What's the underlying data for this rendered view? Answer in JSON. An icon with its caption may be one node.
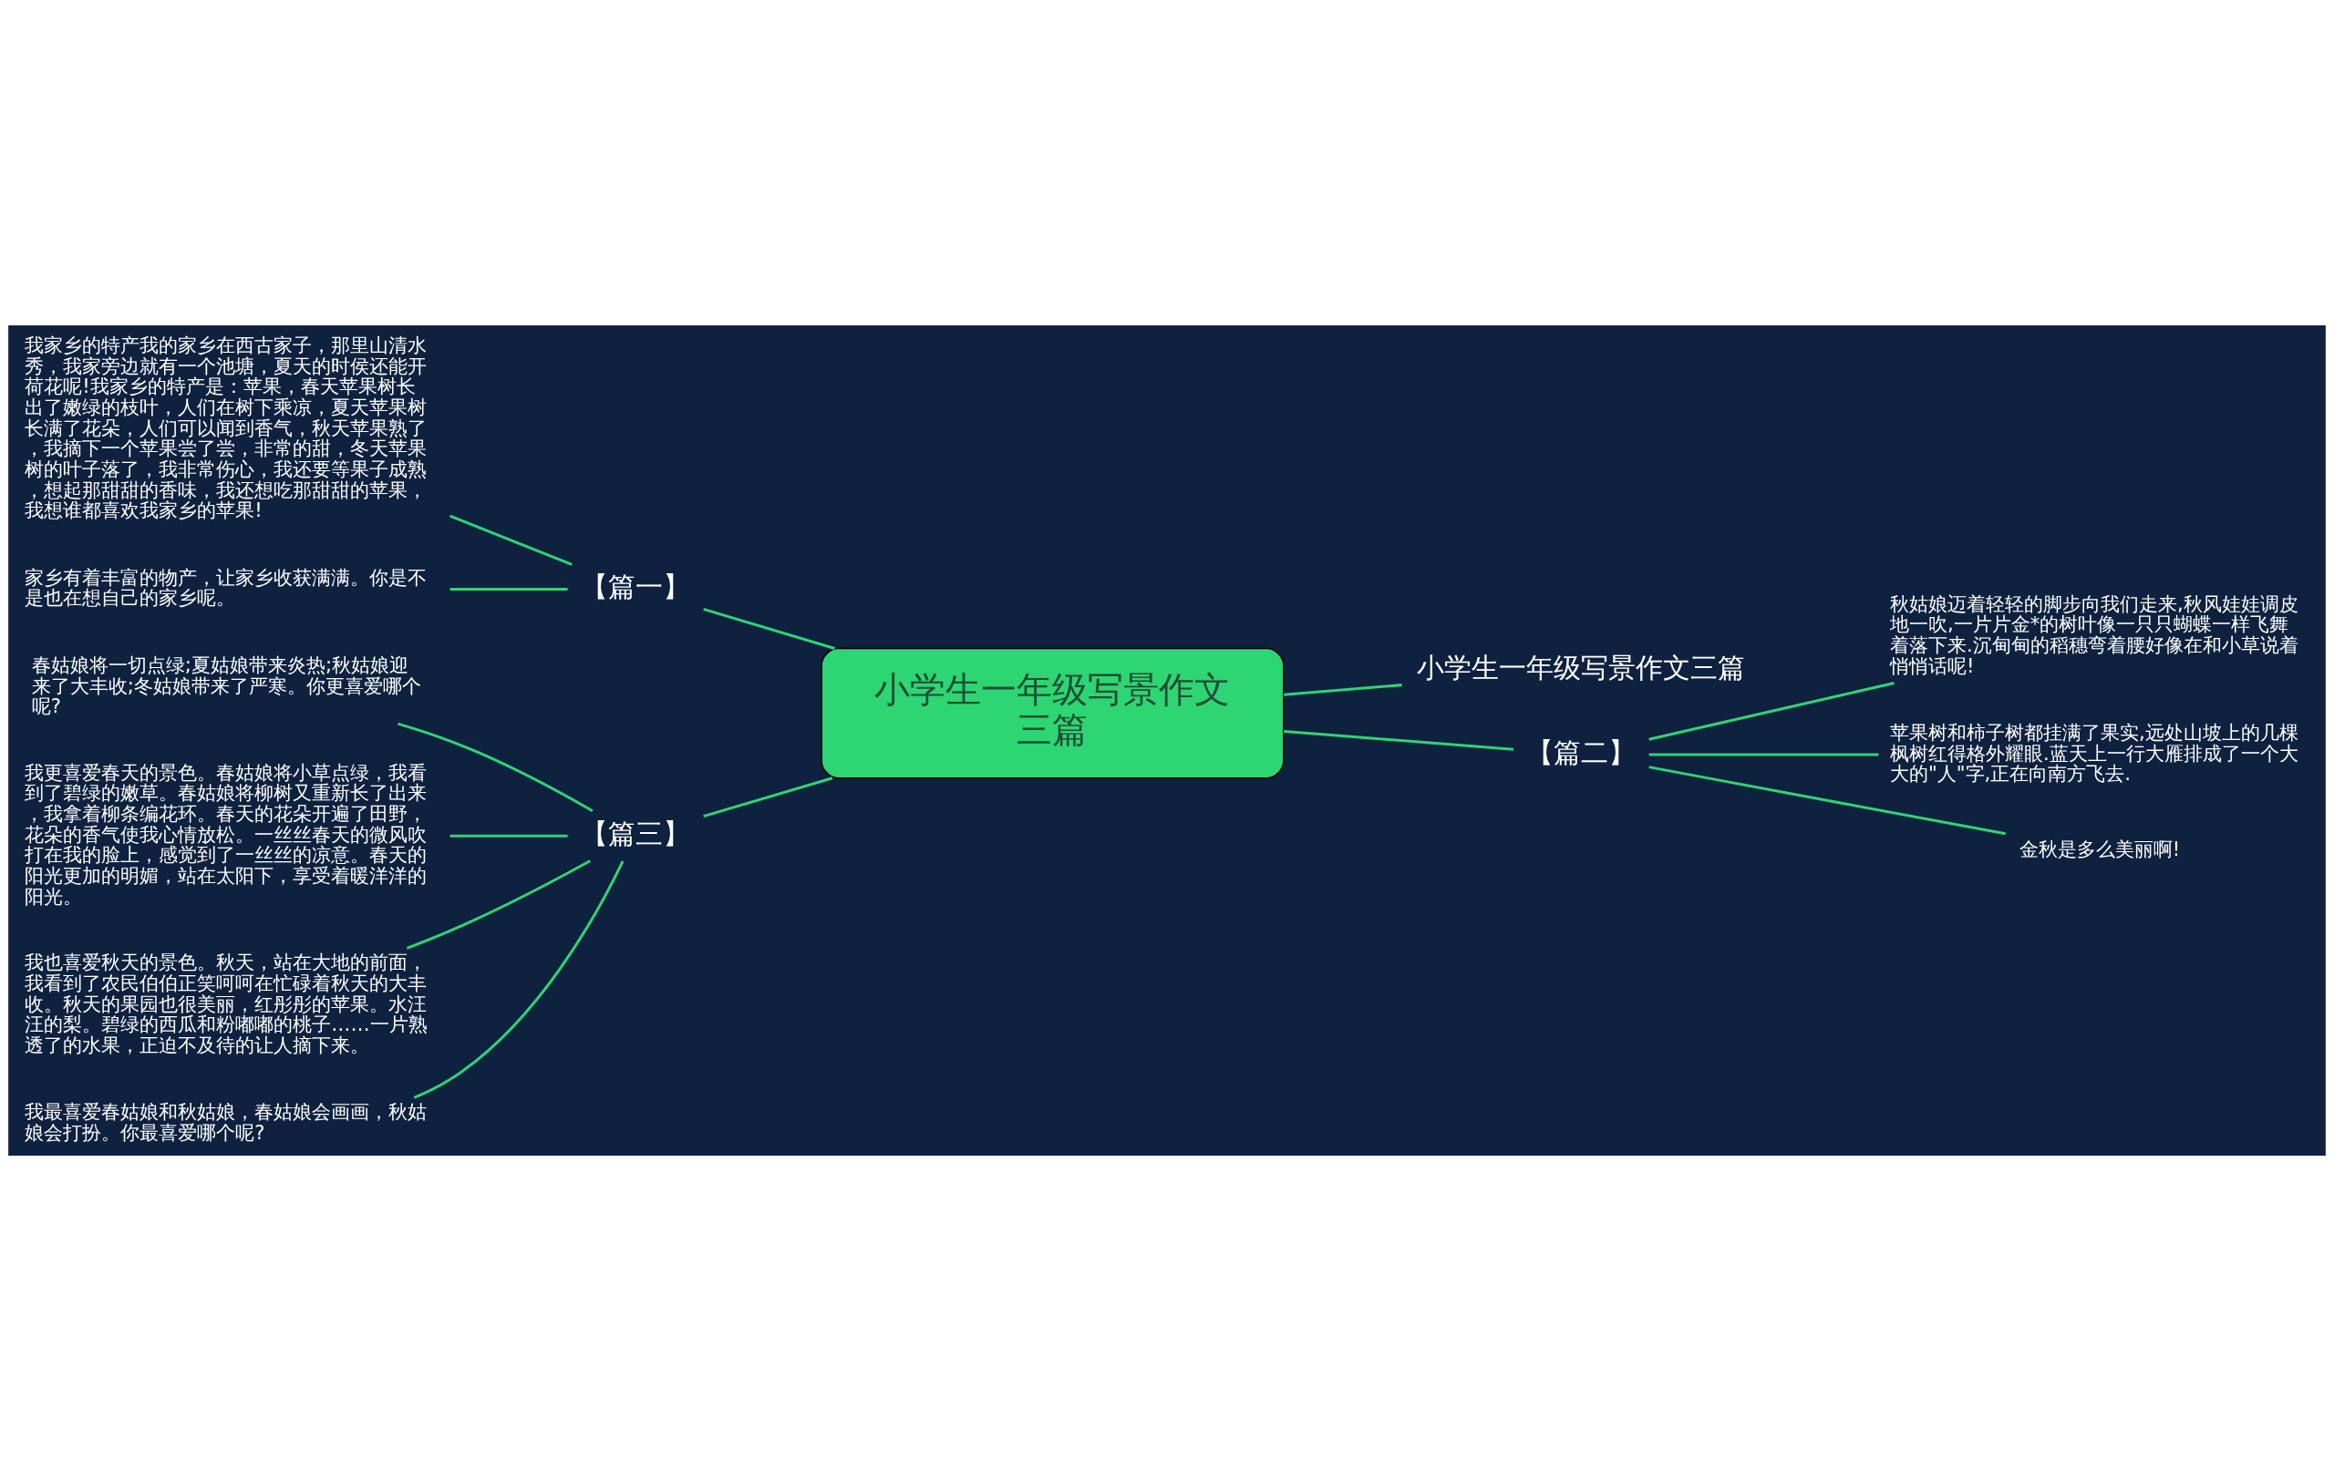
{
  "diagram": {
    "nodes": [
      {
        "text": [
          "小学生一年级写景作文三篇"
        ]
      },
      {
        "text": [
          "【篇一】"
        ]
      },
      {
        "text": [
          "我家乡的特产我的家乡在西古家子，那里山清水秀，我家旁边就有一个池塘，夏天的时侯还能开荷花呢!我家乡的特产是：苹果，春天苹果树长出了嫩绿的枝叶，人们在树下乘凉，夏天苹果树长满了花朵，人们可以闻到香气，秋天苹果熟了，我摘下一个苹果尝了尝，非常的甜，冬天苹果树的叶子落了，我非常伤心，我还要等果子成熟，想起那甜甜的香味，我还想吃那甜甜的苹果，我想谁都喜欢我家乡的苹果!"
        ]
      },
      {
        "text": [
          "家乡有着丰富的物产，让家乡收获满满。你是不是也在想自己的家乡呢。"
        ]
      },
      {
        "text": [
          "小学生一年级写景作文三篇"
        ]
      },
      {
        "text": [
          "【篇二】"
        ]
      },
      {
        "text": [
          "秋姑娘迈着轻轻的脚步向我们走来,秋风娃娃调皮地一吹,一片片金*的树叶像一只只蝴蝶一样飞舞着落下来.沉甸甸的稻穗弯着腰好像在和小草说着悄悄话呢!"
        ]
      },
      {
        "text": [
          "苹果树和柿子树都挂满了果实,远处山坡上的几棵枫树红得格外耀眼.蓝天上一行大雁排成了一个大大的\"人\"字,正在向南方飞去."
        ]
      },
      {
        "text": [
          "金秋是多么美丽啊!"
        ]
      },
      {
        "text": [
          "【篇三】"
        ]
      },
      {
        "text": [
          "春姑娘将一切点绿;夏姑娘带来炎热;秋姑娘迎来了大丰收;冬姑娘带来了严寒。你更喜爱哪个呢?"
        ]
      },
      {
        "text": [
          "我更喜爱春天的景色。春姑娘将小草点绿，我看到了碧绿的嫩草。春姑娘将柳树又重新长了出来，我拿着柳条编花环。春天的花朵开遍了田野，花朵的香气使我心情放松。一丝丝春天的微风吹打在我的脸上，感觉到了一丝丝的凉意。春天的阳光更加的明媚，站在太阳下，享受着暖洋洋的阳光。"
        ]
      },
      {
        "text": [
          "我也喜爱秋天的景色。秋天，站在大地的前面，我看到了农民伯伯正笑呵呵在忙碌着秋天的大丰收。秋天的果园也很美丽，红彤彤的苹果。水汪汪的梨。碧绿的西瓜和粉嘟嘟的桃子……一片熟透了的水果，正迫不及待的让人摘下来。"
        ]
      },
      {
        "text": [
          "我最喜爱春姑娘和秋姑娘，春姑娘会画画，秋姑娘会打扮。你最喜爱哪个呢?"
        ]
      }
    ],
    "edges": [
      {
        "from": 0,
        "to": 1,
        "arrow": "none"
      },
      {
        "from": 1,
        "to": 2,
        "arrow": "none"
      },
      {
        "from": 1,
        "to": 3,
        "arrow": "none"
      },
      {
        "from": 0,
        "to": 4,
        "arrow": "none"
      },
      {
        "from": 0,
        "to": 5,
        "arrow": "none"
      },
      {
        "from": 5,
        "to": 6,
        "arrow": "none"
      },
      {
        "from": 5,
        "to": 7,
        "arrow": "none"
      },
      {
        "from": 5,
        "to": 8,
        "arrow": "none"
      },
      {
        "from": 0,
        "to": 9,
        "arrow": "none"
      },
      {
        "from": 9,
        "to": 10,
        "arrow": "none"
      },
      {
        "from": 9,
        "to": 11,
        "arrow": "none"
      },
      {
        "from": 9,
        "to": 12,
        "arrow": "none"
      },
      {
        "from": 9,
        "to": 13,
        "arrow": "none"
      }
    ]
  }
}
